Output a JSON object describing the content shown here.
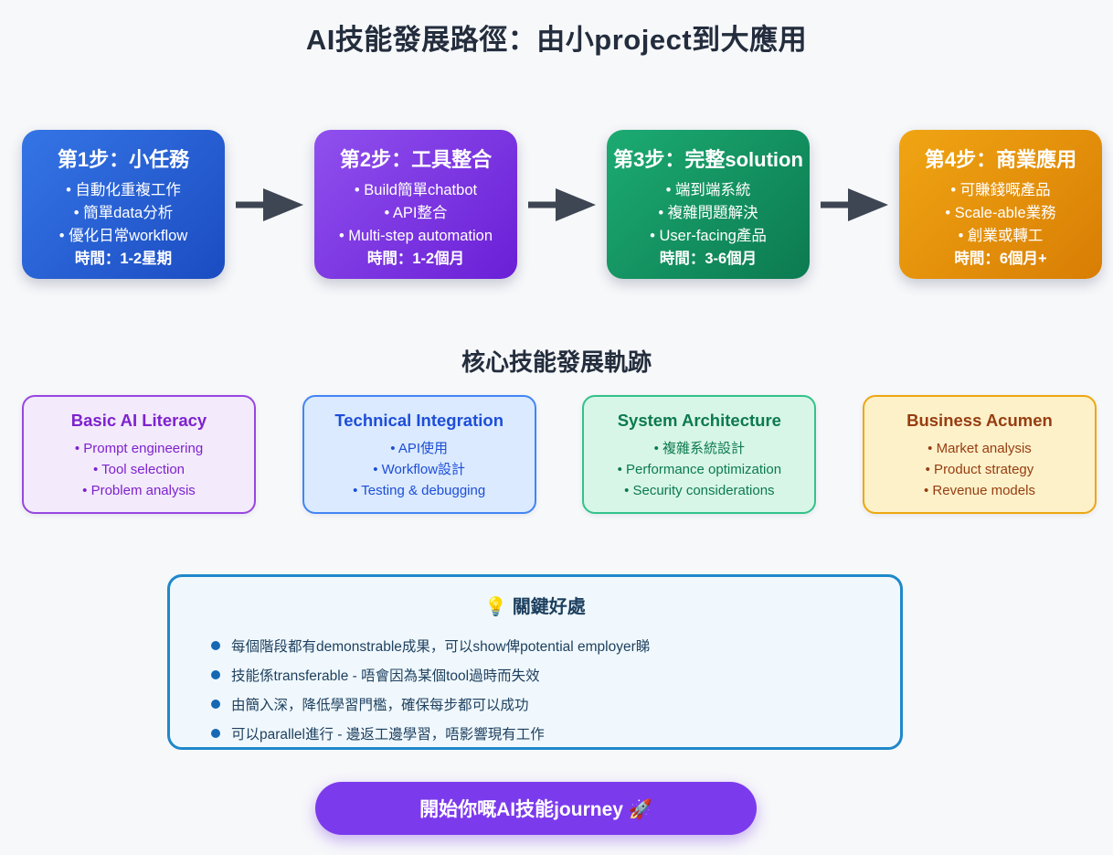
{
  "page": {
    "title": "AI技能發展路徑：由小project到大應用",
    "background": "#f7f8fa",
    "heading_color": "#232d3d"
  },
  "flow": {
    "arrow_icon": "right-arrow",
    "arrow_color": "#3e4653",
    "steps": [
      {
        "title": "第1步：小任務",
        "items": [
          "• 自動化重複工作",
          "• 簡單data分析",
          "• 優化日常workflow"
        ],
        "time": "時間：1-2星期",
        "gradient": [
          "#3575e6",
          "#1b4cc1"
        ]
      },
      {
        "title": "第2步：工具整合",
        "items": [
          "• Build簡單chatbot",
          "• API整合",
          "• Multi-step automation"
        ],
        "time": "時間：1-2個月",
        "gradient": [
          "#9050ee",
          "#6a1fd6"
        ]
      },
      {
        "title": "第3步：完整solution",
        "items": [
          "• 端到端系統",
          "• 複雜問題解決",
          "• User-facing產品"
        ],
        "time": "時間：3-6個月",
        "gradient": [
          "#1cab72",
          "#0c7a50"
        ]
      },
      {
        "title": "第4步：商業應用",
        "items": [
          "• 可賺錢嘅產品",
          "• Scale-able業務",
          "• 創業或轉工"
        ],
        "time": "時間：6個月+",
        "gradient": [
          "#f0a513",
          "#d87d04"
        ]
      }
    ]
  },
  "skills": {
    "heading": "核心技能發展軌跡",
    "cards": [
      {
        "title": "Basic AI Literacy",
        "items": [
          "• Prompt engineering",
          "• Tool selection",
          "• Problem analysis"
        ],
        "bg": "#f3eafb",
        "border": "#9747e0",
        "text": "#7e22ce"
      },
      {
        "title": "Technical Integration",
        "items": [
          "• API使用",
          "• Workflow設計",
          "• Testing & debugging"
        ],
        "bg": "#dbeafe",
        "border": "#4285f4",
        "text": "#1d4ed8"
      },
      {
        "title": "System Architecture",
        "items": [
          "• 複雜系統設計",
          "• Performance optimization",
          "• Security considerations"
        ],
        "bg": "#d8f6e7",
        "border": "#33c28b",
        "text": "#0c7a4e"
      },
      {
        "title": "Business Acumen",
        "items": [
          "• Market analysis",
          "• Product strategy",
          "• Revenue models"
        ],
        "bg": "#fdf1ca",
        "border": "#eda712",
        "text": "#963d10"
      }
    ]
  },
  "benefits": {
    "title": "💡 關鍵好處",
    "items": [
      "每個階段都有demonstrable成果，可以show俾potential employer睇",
      "技能係transferable - 唔會因為某個tool過時而失效",
      "由簡入深，降低學習門檻，確保每步都可以成功",
      "可以parallel進行 - 邊返工邊學習，唔影響現有工作"
    ],
    "bg": "#f0f8fd",
    "border": "#1f88ca",
    "text": "#1d3f5e",
    "bullet_color": "#1668b3"
  },
  "cta": {
    "label": "開始你嘅AI技能journey 🚀",
    "background": "#7c3aed",
    "text_color": "#ffffff"
  }
}
